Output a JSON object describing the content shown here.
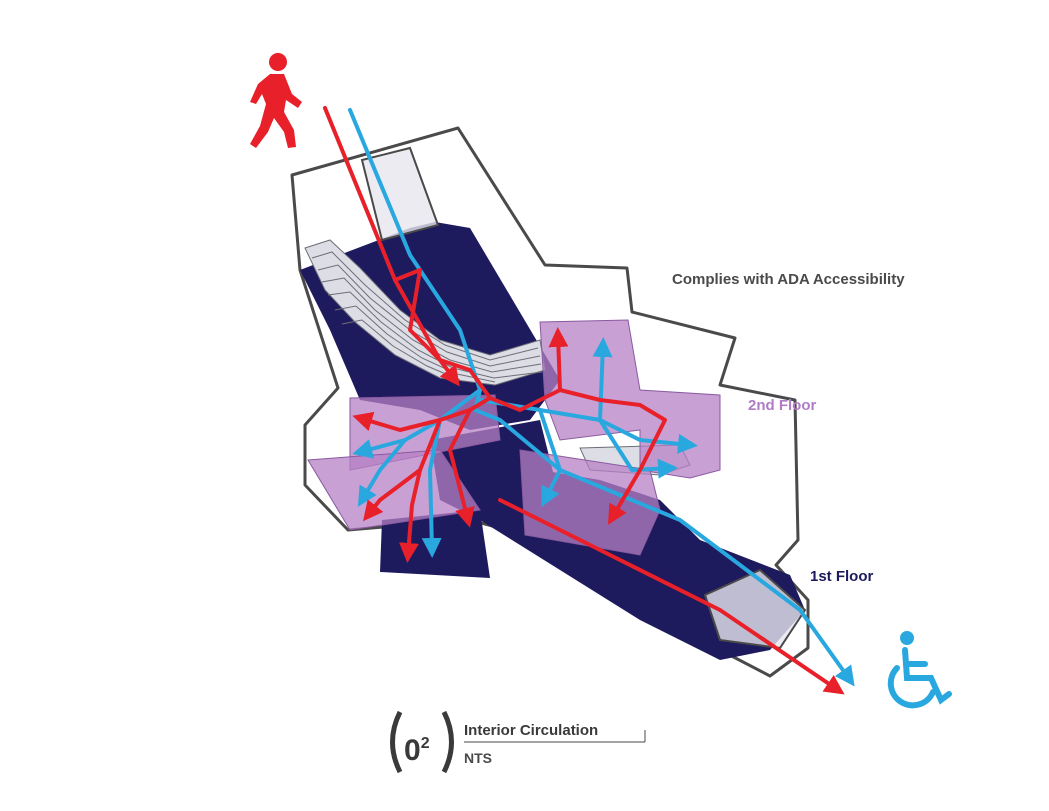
{
  "labels": {
    "ada_note": "Complies with ADA Accessibility",
    "second_floor": "2nd Floor",
    "first_floor": "1st Floor"
  },
  "title_block": {
    "number": "02",
    "number_base": "0",
    "number_sup": "2",
    "title": "Interior Circulation",
    "scale": "NTS"
  },
  "icons": {
    "pedestrian": "walking-person-icon",
    "wheelchair": "wheelchair-accessible-icon"
  },
  "colors": {
    "pedestrian_route": "#e8202a",
    "accessible_route": "#29a8e0",
    "first_floor": "#1e1a5e",
    "second_floor": "#b580c4",
    "second_floor_label": "#b07cc6",
    "first_floor_label": "#1e1a5e",
    "outline": "#4a4a4a",
    "text": "#4a4a4a"
  }
}
